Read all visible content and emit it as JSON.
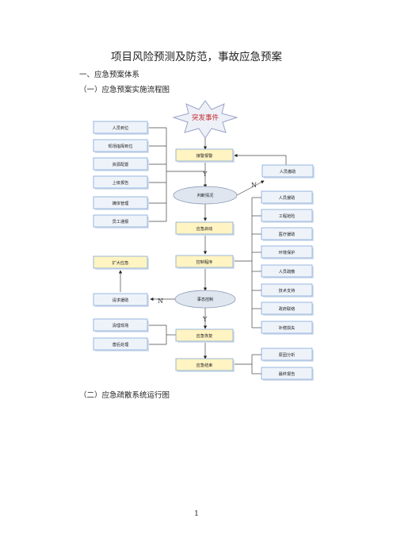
{
  "document": {
    "title": "项目风险预测及防范，事故应急预案",
    "section_1": "一、应急预案体系",
    "section_1_1": "（一）应急预案实施流程图",
    "section_1_2": "（二）应急疏散系统运行图",
    "page_number": "1"
  },
  "flowchart": {
    "start": "突发事件",
    "left_top": [
      "人员到位",
      "现场指挥到位",
      "资源配置",
      "上级报告",
      "媒体管理",
      "员工通报"
    ],
    "center": [
      "接警报警",
      "判断情况",
      "应急启动",
      "控制程序",
      "事态控制",
      "应急恢复",
      "应急结束"
    ],
    "left_mid": [
      "扩大应急",
      "请求援助"
    ],
    "left_bottom": [
      "清理现场",
      "善后处理"
    ],
    "right_top": "人员撤助",
    "right_list": [
      "人员援助",
      "工程抢险",
      "医疗援助",
      "环境保护",
      "人员疏散",
      "技术支持",
      "政府联络",
      "补偿损失"
    ],
    "right_bottom": [
      "原因分析",
      "最终报告"
    ],
    "labels": {
      "yes": "Y",
      "no": "N"
    }
  }
}
